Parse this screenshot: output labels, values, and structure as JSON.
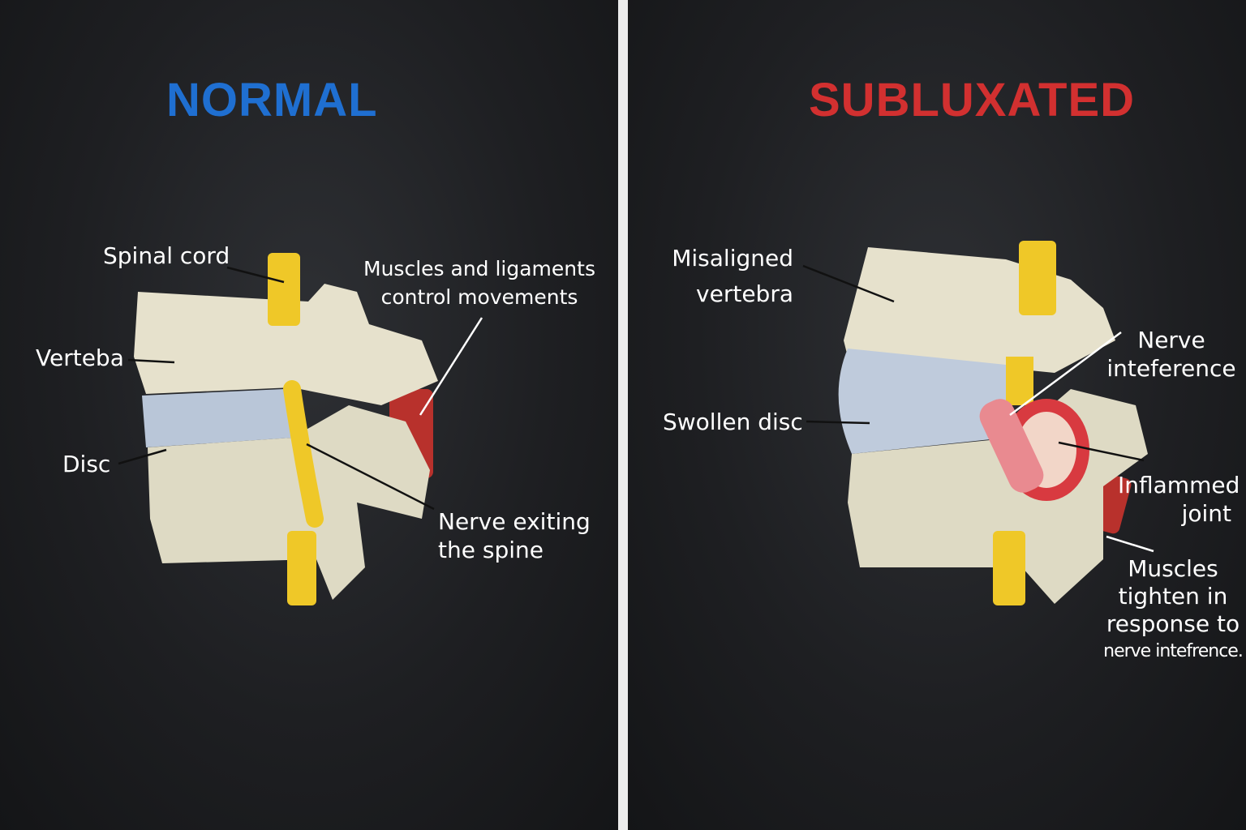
{
  "colors": {
    "normal": "#1f6fd1",
    "subluxated": "#d23030",
    "bone": "#e8e4d2",
    "disc": "#b9c6d8",
    "nerve": "#f0c928",
    "muscle": "#b8312c"
  },
  "normal": {
    "title": "NORMAL",
    "labels": {
      "spinal_cord": "Spinal cord",
      "vertebra": "Verteba",
      "disc": "Disc",
      "muscles_1": "Muscles and ligaments",
      "muscles_2": "control movements",
      "nerve_1": "Nerve exiting",
      "nerve_2": "the spine"
    }
  },
  "subluxated": {
    "title": "SUBLUXATED",
    "labels": {
      "misaligned_1": "Misaligned",
      "misaligned_2": "vertebra",
      "swollen_disc": "Swollen disc",
      "nerve_1": "Nerve",
      "nerve_2": "inteference",
      "joint_1": "Inflammed",
      "joint_2": "joint",
      "muscles_1": "Muscles",
      "muscles_2": "tighten in",
      "muscles_3": "response to",
      "muscles_4": "nerve intefrence."
    }
  }
}
